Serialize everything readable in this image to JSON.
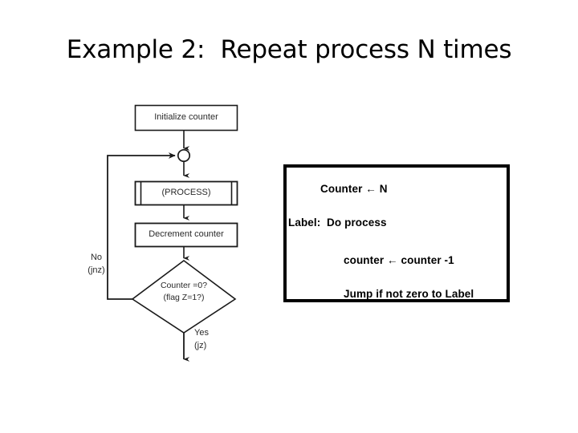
{
  "slide": {
    "title": "Example 2:  Repeat process N times"
  },
  "flowchart": {
    "nodes": [
      {
        "id": "initialize",
        "shape": "rectangle",
        "label": "Initialize counter"
      },
      {
        "id": "junction",
        "shape": "circle-connector",
        "label": ""
      },
      {
        "id": "process",
        "shape": "predefined-process",
        "label": "(PROCESS)"
      },
      {
        "id": "decrement",
        "shape": "rectangle",
        "label": "Decrement counter"
      },
      {
        "id": "condition",
        "shape": "diamond",
        "label": "Counter =0?\n(flag Z=1?)"
      }
    ],
    "edge_labels": {
      "no": "No\n(jnz)",
      "yes": "Yes\n(jz)"
    },
    "stroke_color": "#000000",
    "text_color": "#2a2a2a"
  },
  "code_box": {
    "border_color": "#000000",
    "background": "#ffffff",
    "lines": [
      "Counter ← N",
      "Label:  Do process",
      "counter ← counter -1",
      "Jump if not zero to Label"
    ]
  }
}
